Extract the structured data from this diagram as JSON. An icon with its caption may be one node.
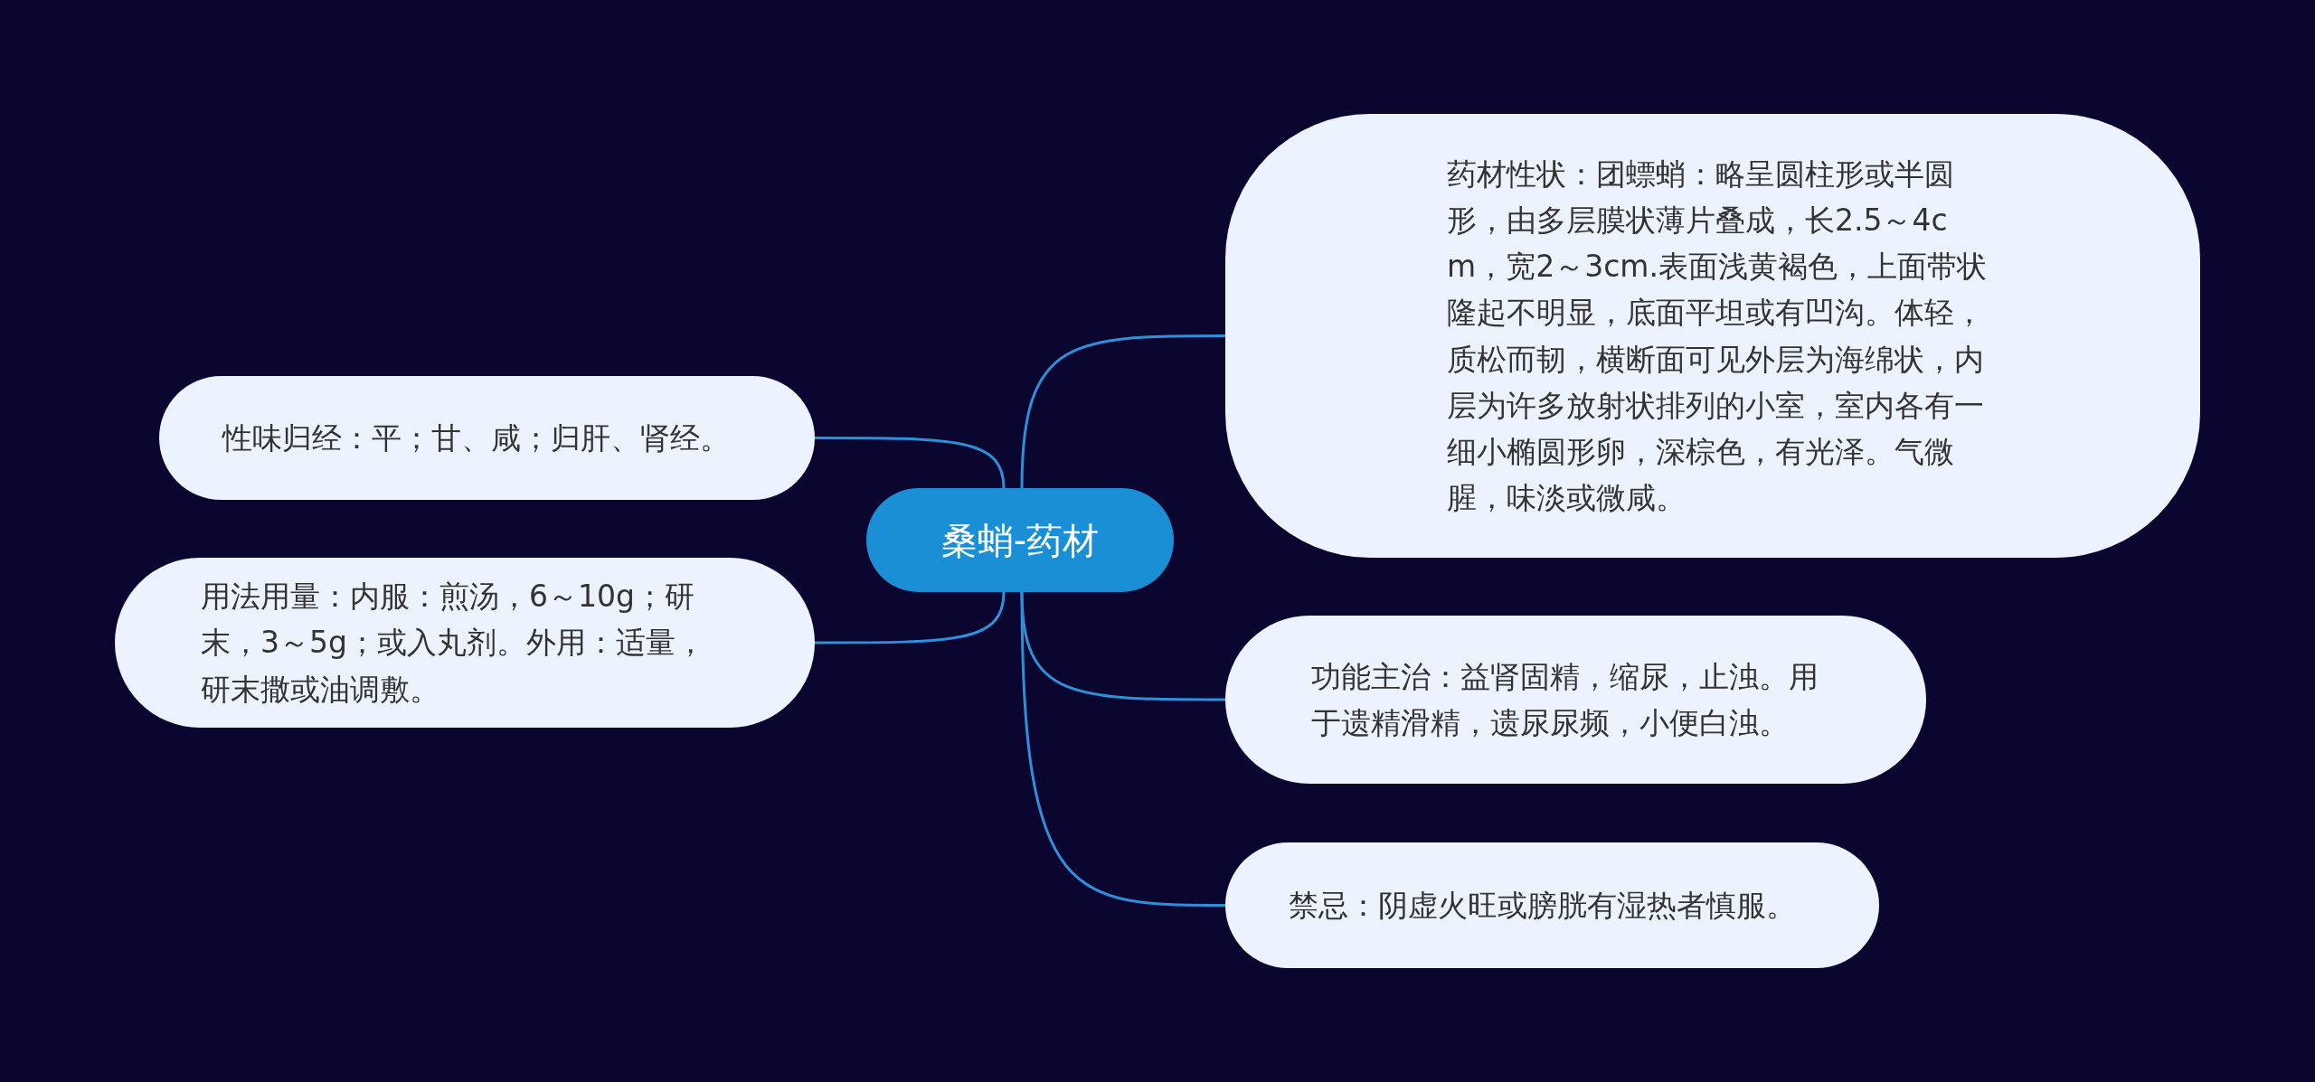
{
  "diagram": {
    "nodes": [
      {
        "text": [
          "桑蛸-药材"
        ]
      },
      {
        "text": [
          "药材性状：团螵蛸：略呈圆柱形或半圆形，由多层膜状薄片叠成，长2.5～4cm，宽2～3cm.表面浅黄褐色，上面带状隆起不明显，底面平坦或有凹沟。体轻，质松而韧，横断面可见外层为海绵状，内层为许多放射状排列的小室，室内各有一细小椭圆形卵，深棕色，有光泽。气微腥，味淡或微咸。"
        ]
      },
      {
        "text": [
          "性味归经：平；甘、咸；归肝、肾经。"
        ]
      },
      {
        "text": [
          "用法用量：内服：煎汤，6～10g；研末，3～5g；或入丸剂。外用：适量，研末撒或油调敷。"
        ]
      },
      {
        "text": [
          "功能主治：益肾固精，缩尿，止浊。用于遗精滑精，遗尿尿频，小便白浊。"
        ]
      },
      {
        "text": [
          "禁忌：阴虚火旺或膀胱有湿热者慎服。"
        ]
      }
    ],
    "edges": [
      {
        "from": 0,
        "to": 1,
        "arrow": "none"
      },
      {
        "from": 0,
        "to": 2,
        "arrow": "none"
      },
      {
        "from": 0,
        "to": 3,
        "arrow": "none"
      },
      {
        "from": 0,
        "to": 4,
        "arrow": "none"
      },
      {
        "from": 0,
        "to": 5,
        "arrow": "none"
      }
    ]
  }
}
